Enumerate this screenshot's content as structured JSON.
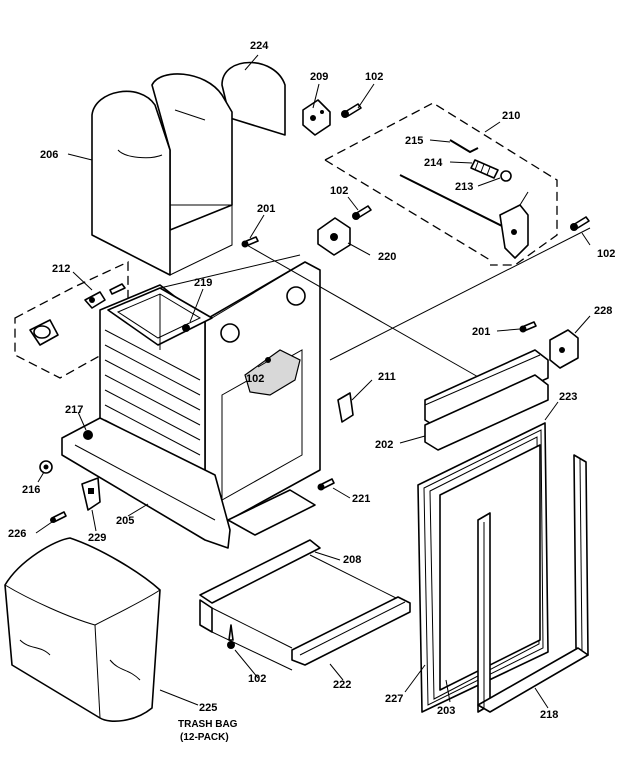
{
  "diagram": {
    "part_labels": [
      {
        "id": "p224",
        "text": "224"
      },
      {
        "id": "p209",
        "text": "209"
      },
      {
        "id": "p102a",
        "text": "102"
      },
      {
        "id": "p210",
        "text": "210"
      },
      {
        "id": "p206",
        "text": "206"
      },
      {
        "id": "p215",
        "text": "215"
      },
      {
        "id": "p214",
        "text": "214"
      },
      {
        "id": "p213",
        "text": "213"
      },
      {
        "id": "p102b",
        "text": "102"
      },
      {
        "id": "p201a",
        "text": "201"
      },
      {
        "id": "p220",
        "text": "220"
      },
      {
        "id": "p102c",
        "text": "102"
      },
      {
        "id": "p212",
        "text": "212"
      },
      {
        "id": "p219",
        "text": "219"
      },
      {
        "id": "p201b",
        "text": "201"
      },
      {
        "id": "p228",
        "text": "228"
      },
      {
        "id": "p102d",
        "text": "102"
      },
      {
        "id": "p211",
        "text": "211"
      },
      {
        "id": "p217",
        "text": "217"
      },
      {
        "id": "p223",
        "text": "223"
      },
      {
        "id": "p202",
        "text": "202"
      },
      {
        "id": "p216",
        "text": "216"
      },
      {
        "id": "p221",
        "text": "221"
      },
      {
        "id": "p226",
        "text": "226"
      },
      {
        "id": "p229",
        "text": "229"
      },
      {
        "id": "p205",
        "text": "205"
      },
      {
        "id": "p208",
        "text": "208"
      },
      {
        "id": "p225",
        "text": "225"
      },
      {
        "id": "p102e",
        "text": "102"
      },
      {
        "id": "p222",
        "text": "222"
      },
      {
        "id": "p227",
        "text": "227"
      },
      {
        "id": "p203",
        "text": "203"
      },
      {
        "id": "p218",
        "text": "218"
      }
    ],
    "caption_line1": "TRASH BAG",
    "caption_line2": "(12-PACK)"
  }
}
